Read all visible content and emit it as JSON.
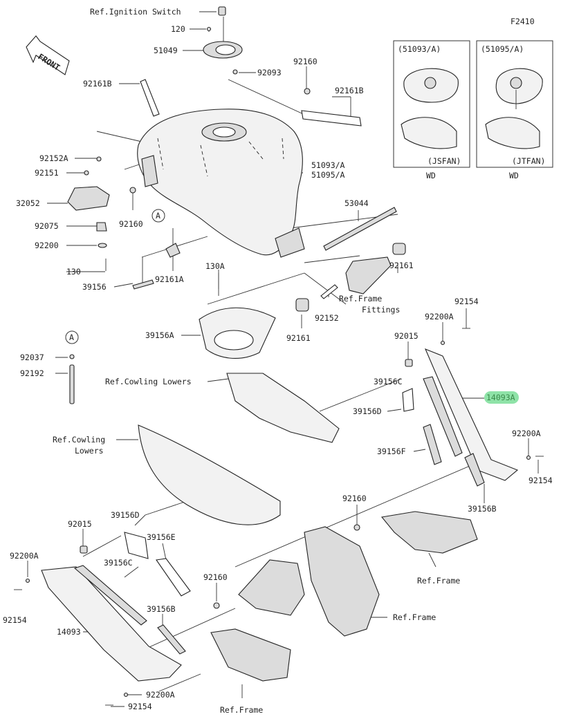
{
  "diagram_code": "F2410",
  "front_label": "FRONT",
  "callouts": {
    "ignition": "Ref.Ignition Switch",
    "p120": "120",
    "p51049": "51049",
    "p92093": "92093",
    "p92160_top": "92160",
    "p92161B_left": "92161B",
    "p92161B_right": "92161B",
    "p92152A": "92152A",
    "p92151": "92151",
    "p32052": "32052",
    "p92075": "92075",
    "p92200": "92200",
    "p130": "130",
    "p39156": "39156",
    "p92161A": "92161A",
    "p92160_mid": "92160",
    "circleA_top": "A",
    "tank_1": "51093/A",
    "tank_2": "51095/A",
    "p53044": "53044",
    "p92161_right": "92161",
    "p130A": "130A",
    "ref_frame_fittings_1": "Ref.Frame",
    "ref_frame_fittings_2": "Fittings",
    "p92152": "92152",
    "p92161_mid": "92161",
    "p39156A": "39156A",
    "circleA_bottom": "A",
    "p92037": "92037",
    "p92192": "92192",
    "p92154_top": "92154",
    "p92200A_top": "92200A",
    "p92015_right": "92015",
    "ref_cowling_lowers_1": "Ref.Cowling Lowers",
    "p39156C_right": "39156C",
    "p14093A": "14093A",
    "p39156D_right": "39156D",
    "ref_cowling_lowers_2a": "Ref.Cowling",
    "ref_cowling_lowers_2b": "Lowers",
    "p39156F": "39156F",
    "p92200A_right": "92200A",
    "p92154_right": "92154",
    "p39156B_right": "39156B",
    "p92160_lower": "92160",
    "p39156D_left": "39156D",
    "p92015_left": "92015",
    "p39156E": "39156E",
    "p92200A_left": "92200A",
    "p39156C_left": "39156C",
    "ref_frame_right": "Ref.Frame",
    "p92154_left": "92154",
    "p92160_bottom": "92160",
    "p39156B_left": "39156B",
    "ref_frame_mid": "Ref.Frame",
    "p14093": "14093",
    "p92200A_bottom": "92200A",
    "p92154_bottom": "92154",
    "ref_frame_bottom": "Ref.Frame"
  },
  "variants": [
    {
      "code": "(51093/A)",
      "model": "(JSFAN)",
      "region": "WD"
    },
    {
      "code": "(51095/A)",
      "model": "(JTFAN)",
      "region": "WD"
    }
  ],
  "colors": {
    "highlight": "#8fe3a8",
    "highlight_text": "#3a8a4a",
    "line": "#333333"
  }
}
